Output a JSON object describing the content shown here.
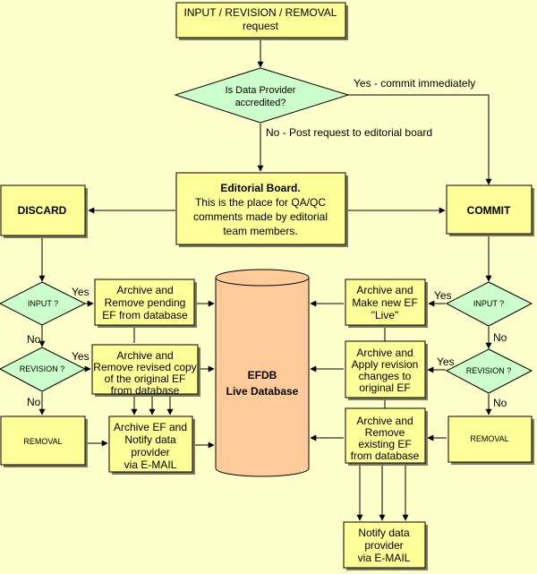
{
  "nodes": {
    "request": [
      "INPUT / REVISION / REMOVAL",
      "request"
    ],
    "accredited_q": [
      "Is Data Provider",
      "accredited?"
    ],
    "editorial_board": {
      "title": "Editorial Board.",
      "lines": [
        "This is the place for QA/QC",
        "comments made by editorial",
        "team members."
      ]
    },
    "discard": "DISCARD",
    "commit": "COMMIT",
    "left_input_q": "INPUT ?",
    "left_revision_q": "REVISION ?",
    "left_removal": "REMOVAL",
    "archive_remove_pending": [
      "Archive and",
      "Remove pending",
      "EF from database"
    ],
    "archive_remove_revised": [
      "Archive and",
      "Remove revised copy",
      "of the original EF",
      "from database"
    ],
    "archive_notify_left": [
      "Archive EF and",
      "Notify data",
      "provider",
      "via E-MAIL"
    ],
    "database": [
      "EFDB",
      "Live Database"
    ],
    "make_new_live": [
      "Archive and",
      "Make new EF",
      "\"Live\""
    ],
    "apply_revision": [
      "Archive and",
      "Apply revision",
      "changes to",
      "original EF"
    ],
    "remove_existing": [
      "Archive and",
      "Remove",
      "existing EF",
      "from database"
    ],
    "notify_right": [
      "Notify data",
      "provider",
      "via E-MAIL"
    ],
    "right_input_q": "INPUT ?",
    "right_revision_q": "REVISION ?",
    "right_removal": "REMOVAL"
  },
  "edge_labels": {
    "yes_commit": "Yes - commit immediately",
    "no_post": "No - Post request to editorial board",
    "yes": "Yes",
    "no": "No"
  }
}
